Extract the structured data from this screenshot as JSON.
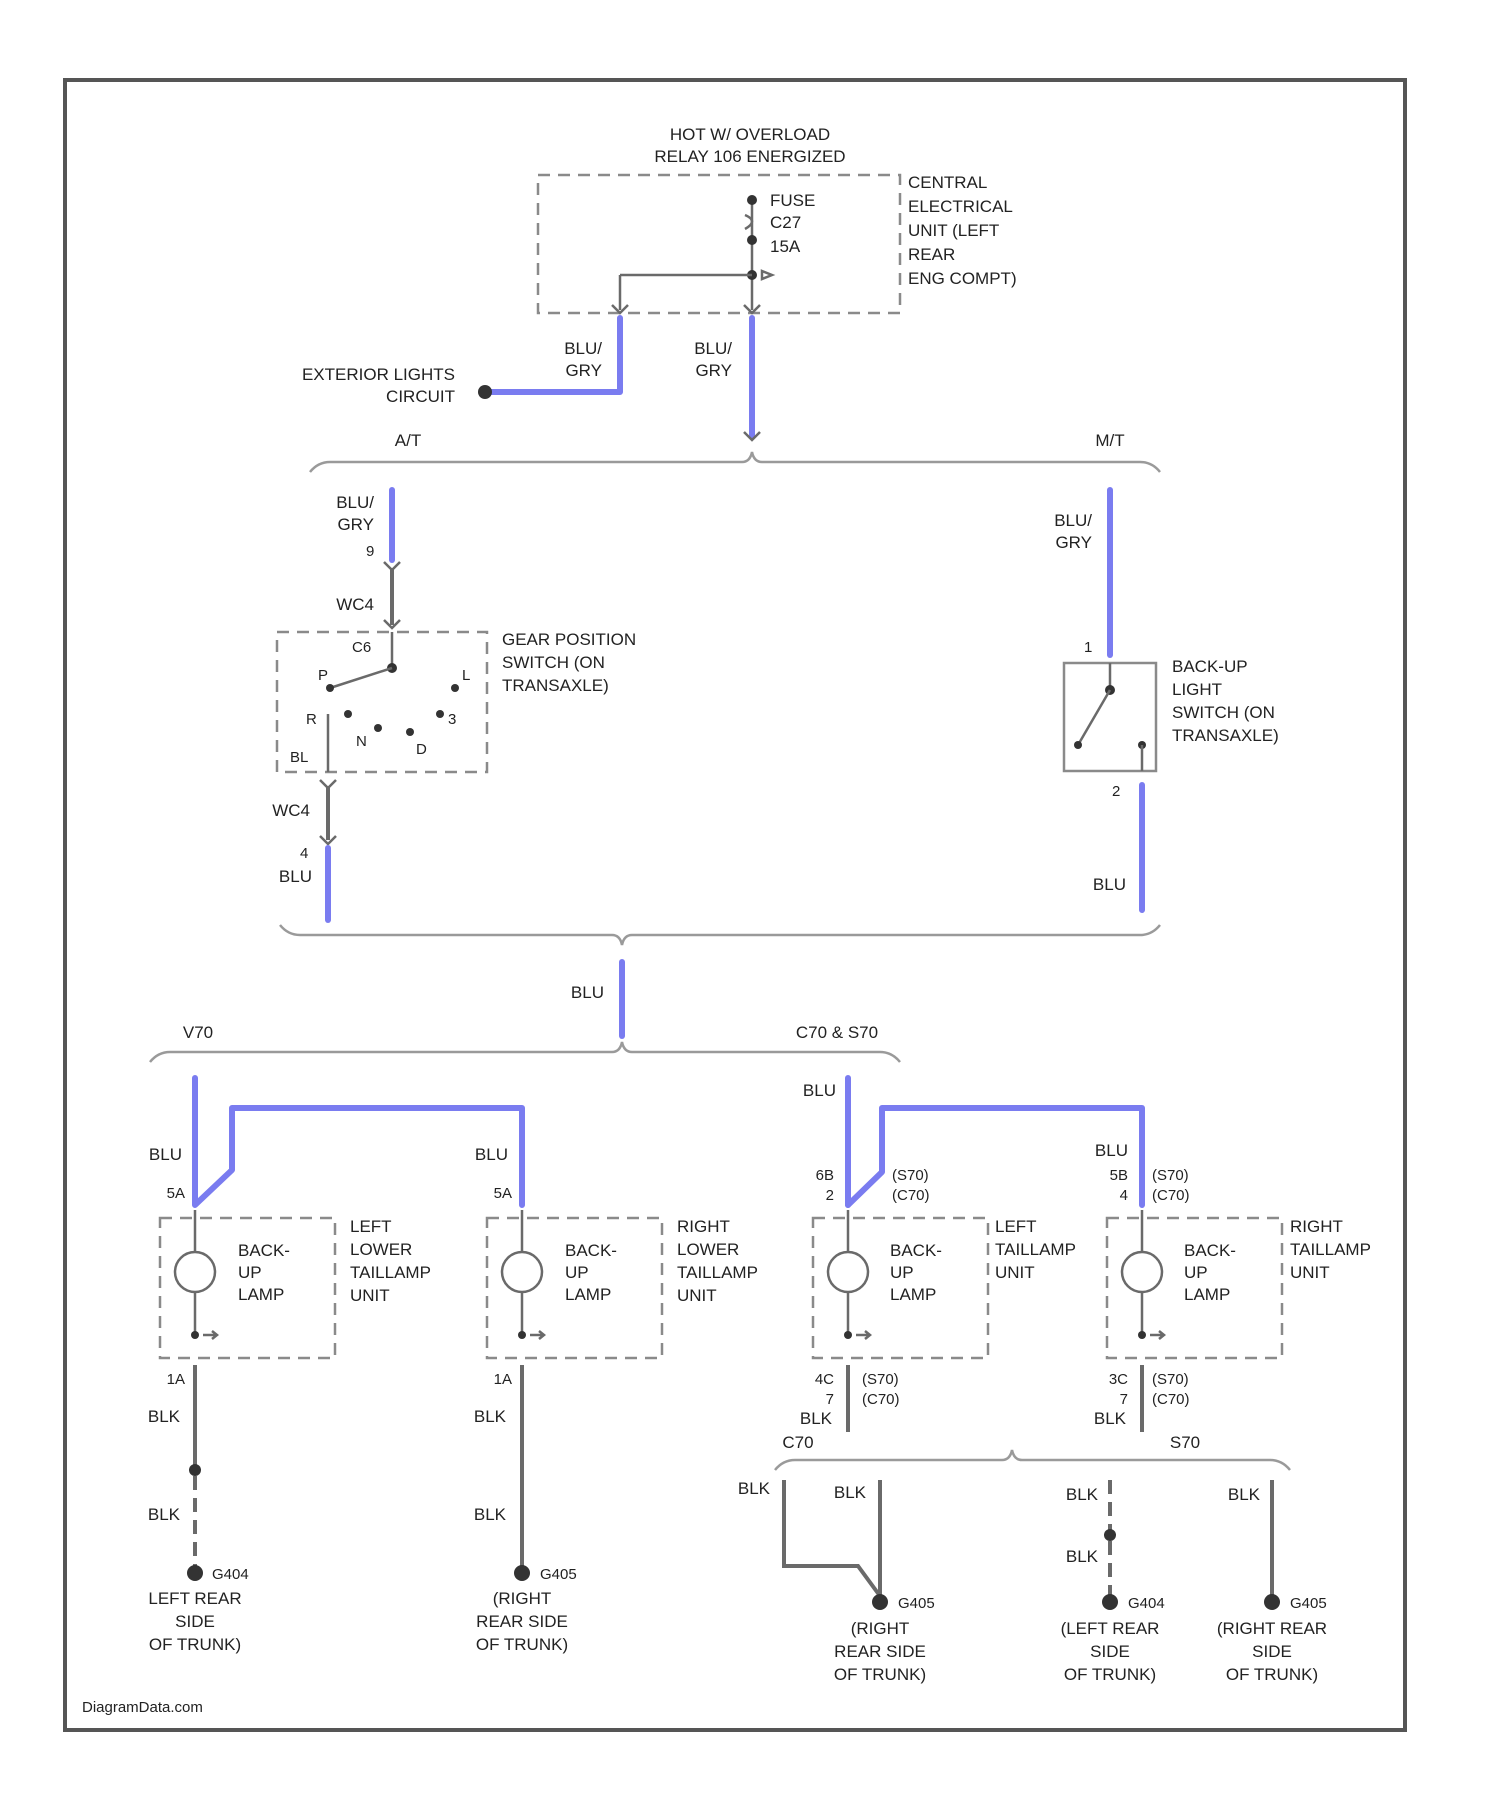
{
  "top": {
    "heading": [
      "HOT W/ OVERLOAD",
      "RELAY 106 ENERGIZED"
    ],
    "fuse": [
      "FUSE",
      "C27",
      "15A"
    ],
    "unit": [
      "CENTRAL",
      "ELECTRICAL",
      "UNIT (LEFT",
      "REAR",
      "ENG COMPT)"
    ]
  },
  "exterior": {
    "label": [
      "EXTERIOR LIGHTS",
      "CIRCUIT"
    ],
    "wire": [
      "BLU/",
      "GRY"
    ]
  },
  "feed": {
    "wire": [
      "BLU/",
      "GRY"
    ]
  },
  "branch1": {
    "left": "A/T",
    "right": "M/T"
  },
  "gear": {
    "wire_top": [
      "BLU/",
      "GRY"
    ],
    "pin_top": "9",
    "conn_top": "WC4",
    "pin_switch": "C6",
    "label": [
      "GEAR POSITION",
      "SWITCH (ON",
      "TRANSAXLE)"
    ],
    "positions": [
      "P",
      "R",
      "N",
      "D",
      "3",
      "L",
      "BL"
    ],
    "conn_bottom": "WC4",
    "pin_bottom": "4",
    "wire_bottom": "BLU"
  },
  "mt": {
    "wire": [
      "BLU/",
      "GRY"
    ],
    "pin_top": "1",
    "pin_bottom": "2",
    "label": [
      "BACK-UP",
      "LIGHT",
      "SWITCH (ON",
      "TRANSAXLE)"
    ],
    "wire_bottom": "BLU"
  },
  "merge": {
    "wire": "BLU"
  },
  "branch2": {
    "left": "V70",
    "right": "C70 & S70"
  },
  "lamps": [
    {
      "wire_top": "BLU",
      "pin_top": "5A",
      "lamp": [
        "BACK-",
        "UP",
        "LAMP"
      ],
      "unit": [
        "LEFT",
        "LOWER",
        "TAILLAMP",
        "UNIT"
      ],
      "pin_bottom": "1A",
      "wire_bottom": "BLK",
      "wire_bottom2": "BLK",
      "ground": "G404",
      "ground_label": [
        "LEFT REAR",
        "SIDE",
        "OF TRUNK)"
      ]
    },
    {
      "wire_top": "BLU",
      "pin_top": "5A",
      "lamp": [
        "BACK-",
        "UP",
        "LAMP"
      ],
      "unit": [
        "RIGHT",
        "LOWER",
        "TAILLAMP",
        "UNIT"
      ],
      "pin_bottom": "1A",
      "wire_bottom": "BLK",
      "wire_bottom2": "BLK",
      "ground": "G405",
      "ground_label": [
        "(RIGHT",
        "REAR SIDE",
        "OF TRUNK)"
      ]
    },
    {
      "wire_top": "BLU",
      "pin_top": [
        "6B",
        "2"
      ],
      "variant_top": [
        "(S70)",
        "(C70)"
      ],
      "lamp": [
        "BACK-",
        "UP",
        "LAMP"
      ],
      "unit": [
        "LEFT",
        "TAILLAMP",
        "UNIT"
      ],
      "pin_bottom": [
        "4C",
        "7"
      ],
      "variant_bottom": [
        "(S70)",
        "(C70)"
      ],
      "wire_bottom": "BLK"
    },
    {
      "wire_top": "BLU",
      "pin_top": [
        "5B",
        "4"
      ],
      "variant_top": [
        "(S70)",
        "(C70)"
      ],
      "lamp": [
        "BACK-",
        "UP",
        "LAMP"
      ],
      "unit": [
        "RIGHT",
        "TAILLAMP",
        "UNIT"
      ],
      "pin_bottom": [
        "3C",
        "7"
      ],
      "variant_bottom": [
        "(S70)",
        "(C70)"
      ],
      "wire_bottom": "BLK"
    }
  ],
  "branch3": {
    "left": "C70",
    "right": "S70"
  },
  "grounds_c": [
    {
      "wire1": "BLK",
      "wire2": "BLK",
      "ground": "G405",
      "label": [
        "(RIGHT",
        "REAR SIDE",
        "OF TRUNK)"
      ]
    },
    {
      "wire1": "BLK",
      "wire2": "BLK",
      "ground": "G404",
      "label": [
        "(LEFT REAR",
        "SIDE",
        "OF TRUNK)"
      ]
    },
    {
      "wire1": "BLK",
      "ground": "G405",
      "label": [
        "(RIGHT REAR",
        "SIDE",
        "OF TRUNK)"
      ]
    }
  ],
  "footer": "DiagramData.com"
}
